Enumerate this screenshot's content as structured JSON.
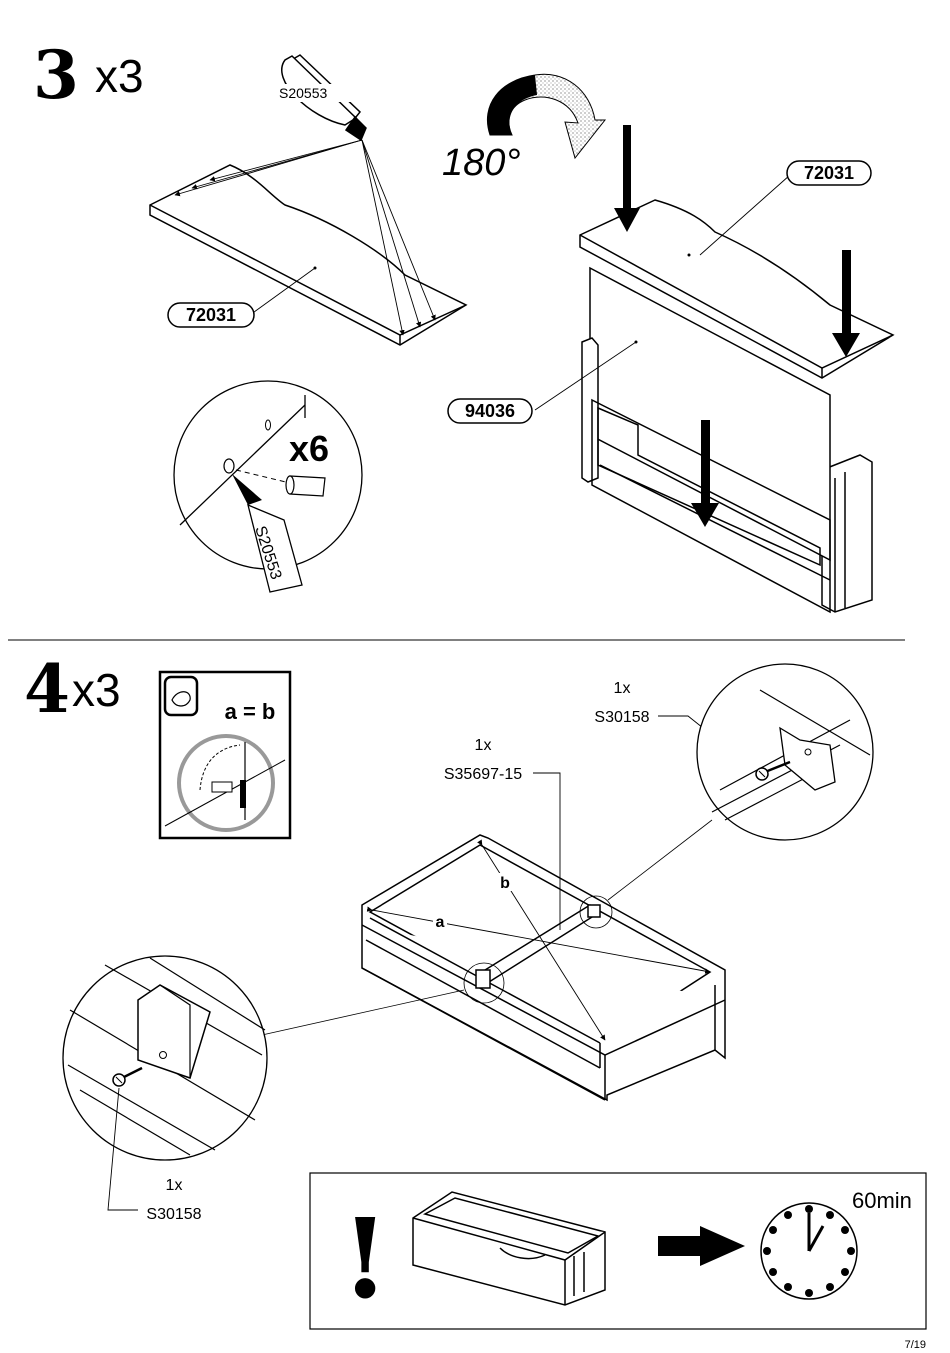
{
  "step3": {
    "number": "3",
    "multiplier": "x3",
    "glue_code": "S20553",
    "rotation": "180°",
    "part_top": "72031",
    "part_panel": "94036",
    "detail_count": "x6"
  },
  "step4": {
    "number": "4",
    "multiplier": "x3",
    "equal_note": "a = b",
    "label_a": "a",
    "label_b": "b",
    "qty": "1x",
    "screw_code": "S30158",
    "rail_code": "S35697-15"
  },
  "warning": {
    "mark": "!",
    "time": "60min"
  },
  "footer": {
    "page": "7/19"
  }
}
